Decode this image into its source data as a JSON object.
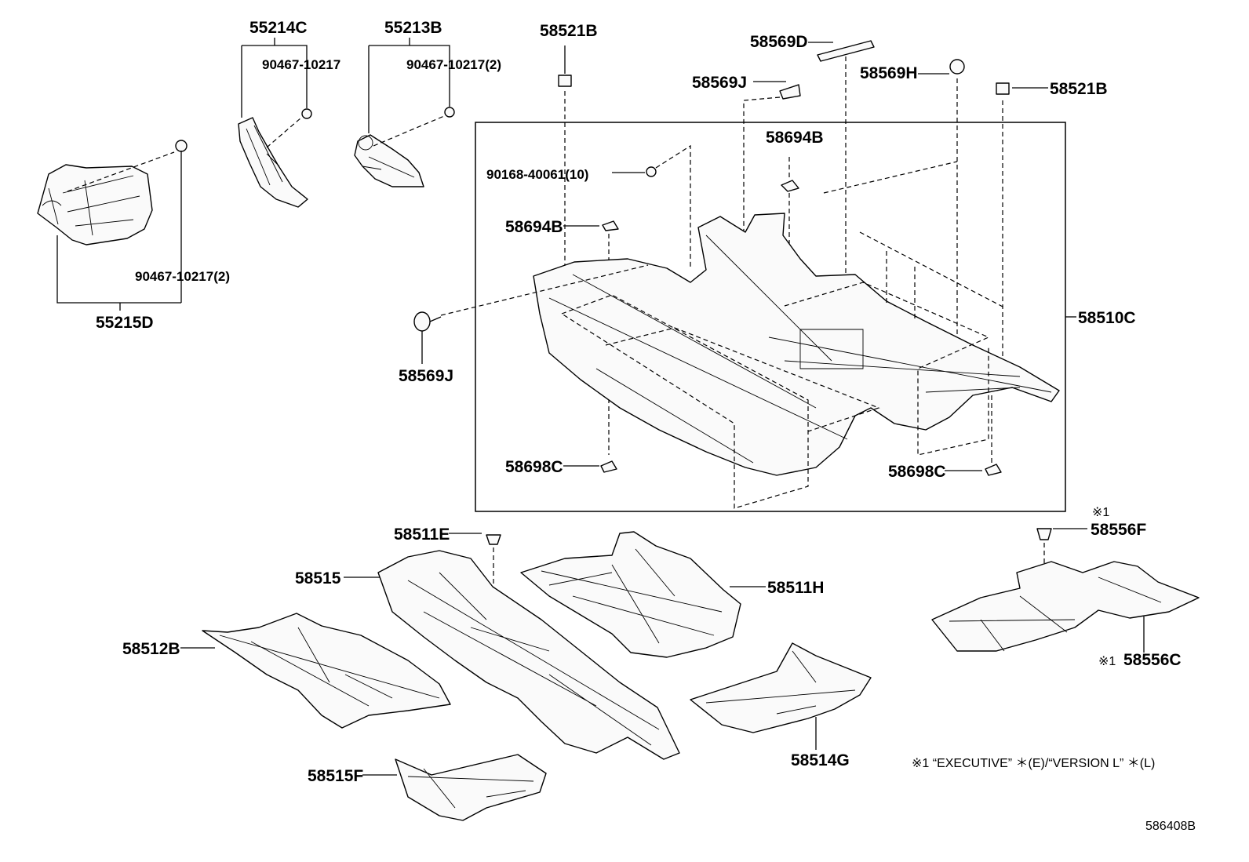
{
  "labels": {
    "p55214C": "55214C",
    "p55213B": "55213B",
    "p58521B_left": "58521B",
    "p58569D": "58569D",
    "p58569J_top": "58569J",
    "p58569H": "58569H",
    "p58521B_right": "58521B",
    "p90467_a": "90467-10217",
    "p90467_b": "90467-10217(2)",
    "p90467_c": "90467-10217(2)",
    "p55215D": "55215D",
    "p58694B_top": "58694B",
    "p90168": "90168-40061(10)",
    "p58694B_left": "58694B",
    "p58510C": "58510C",
    "p58569J_left": "58569J",
    "p58698C_left": "58698C",
    "p58698C_right": "58698C",
    "p58511E": "58511E",
    "p58515": "58515",
    "p58511H": "58511H",
    "p58512B": "58512B",
    "p58514G": "58514G",
    "p58515F": "58515F",
    "p58556F": "58556F",
    "p58556C": "58556C",
    "mark1_top": "※1",
    "mark1_bottom": "※1"
  },
  "footnote": "※1 “EXECUTIVE” ＊(E)/“VERSION L” ＊(L)",
  "diagram_code": "586408B"
}
